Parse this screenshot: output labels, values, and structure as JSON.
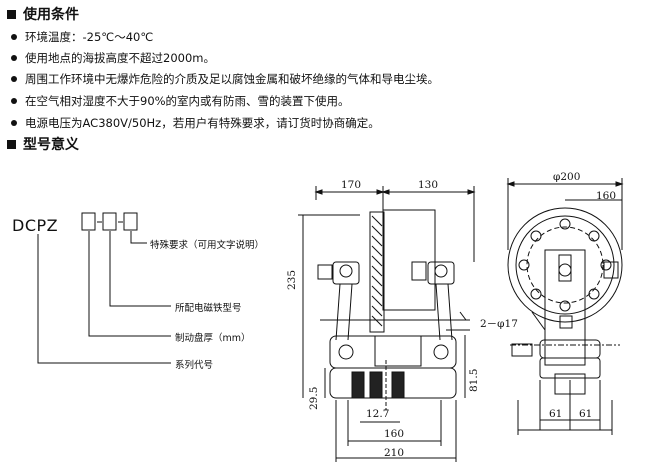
{
  "usage": {
    "heading": "使用条件",
    "items": [
      "环境温度：-25℃～40℃",
      "使用地点的海拔高度不超过2000m。",
      "周围工作环境中无爆炸危险的介质及足以腐蚀金属和破坏绝缘的气体和导电尘埃。",
      "在空气相对湿度不大于90%的室内或有防雨、雪的装置下使用。",
      "电源电压为AC380V/50Hz，若用户有特殊要求，请订货时协商确定。"
    ]
  },
  "model": {
    "heading": "型号意义",
    "prefix": "DCPZ",
    "labels": {
      "special": "特殊要求（可用文字说明）",
      "magnet": "所配电磁铁型号",
      "disc": "制动盘厚（mm）",
      "series": "系列代号"
    }
  },
  "dimensions": {
    "d170": "170",
    "d130": "130",
    "phi200": "φ200",
    "d160_side": "160",
    "d235": "235",
    "holes": "2－φ17",
    "d81_5": "81.5",
    "d29_5": "29.5",
    "d12_7": "12.7",
    "d160_front": "160",
    "d210": "210",
    "d61_left": "61",
    "d61_right": "61"
  }
}
